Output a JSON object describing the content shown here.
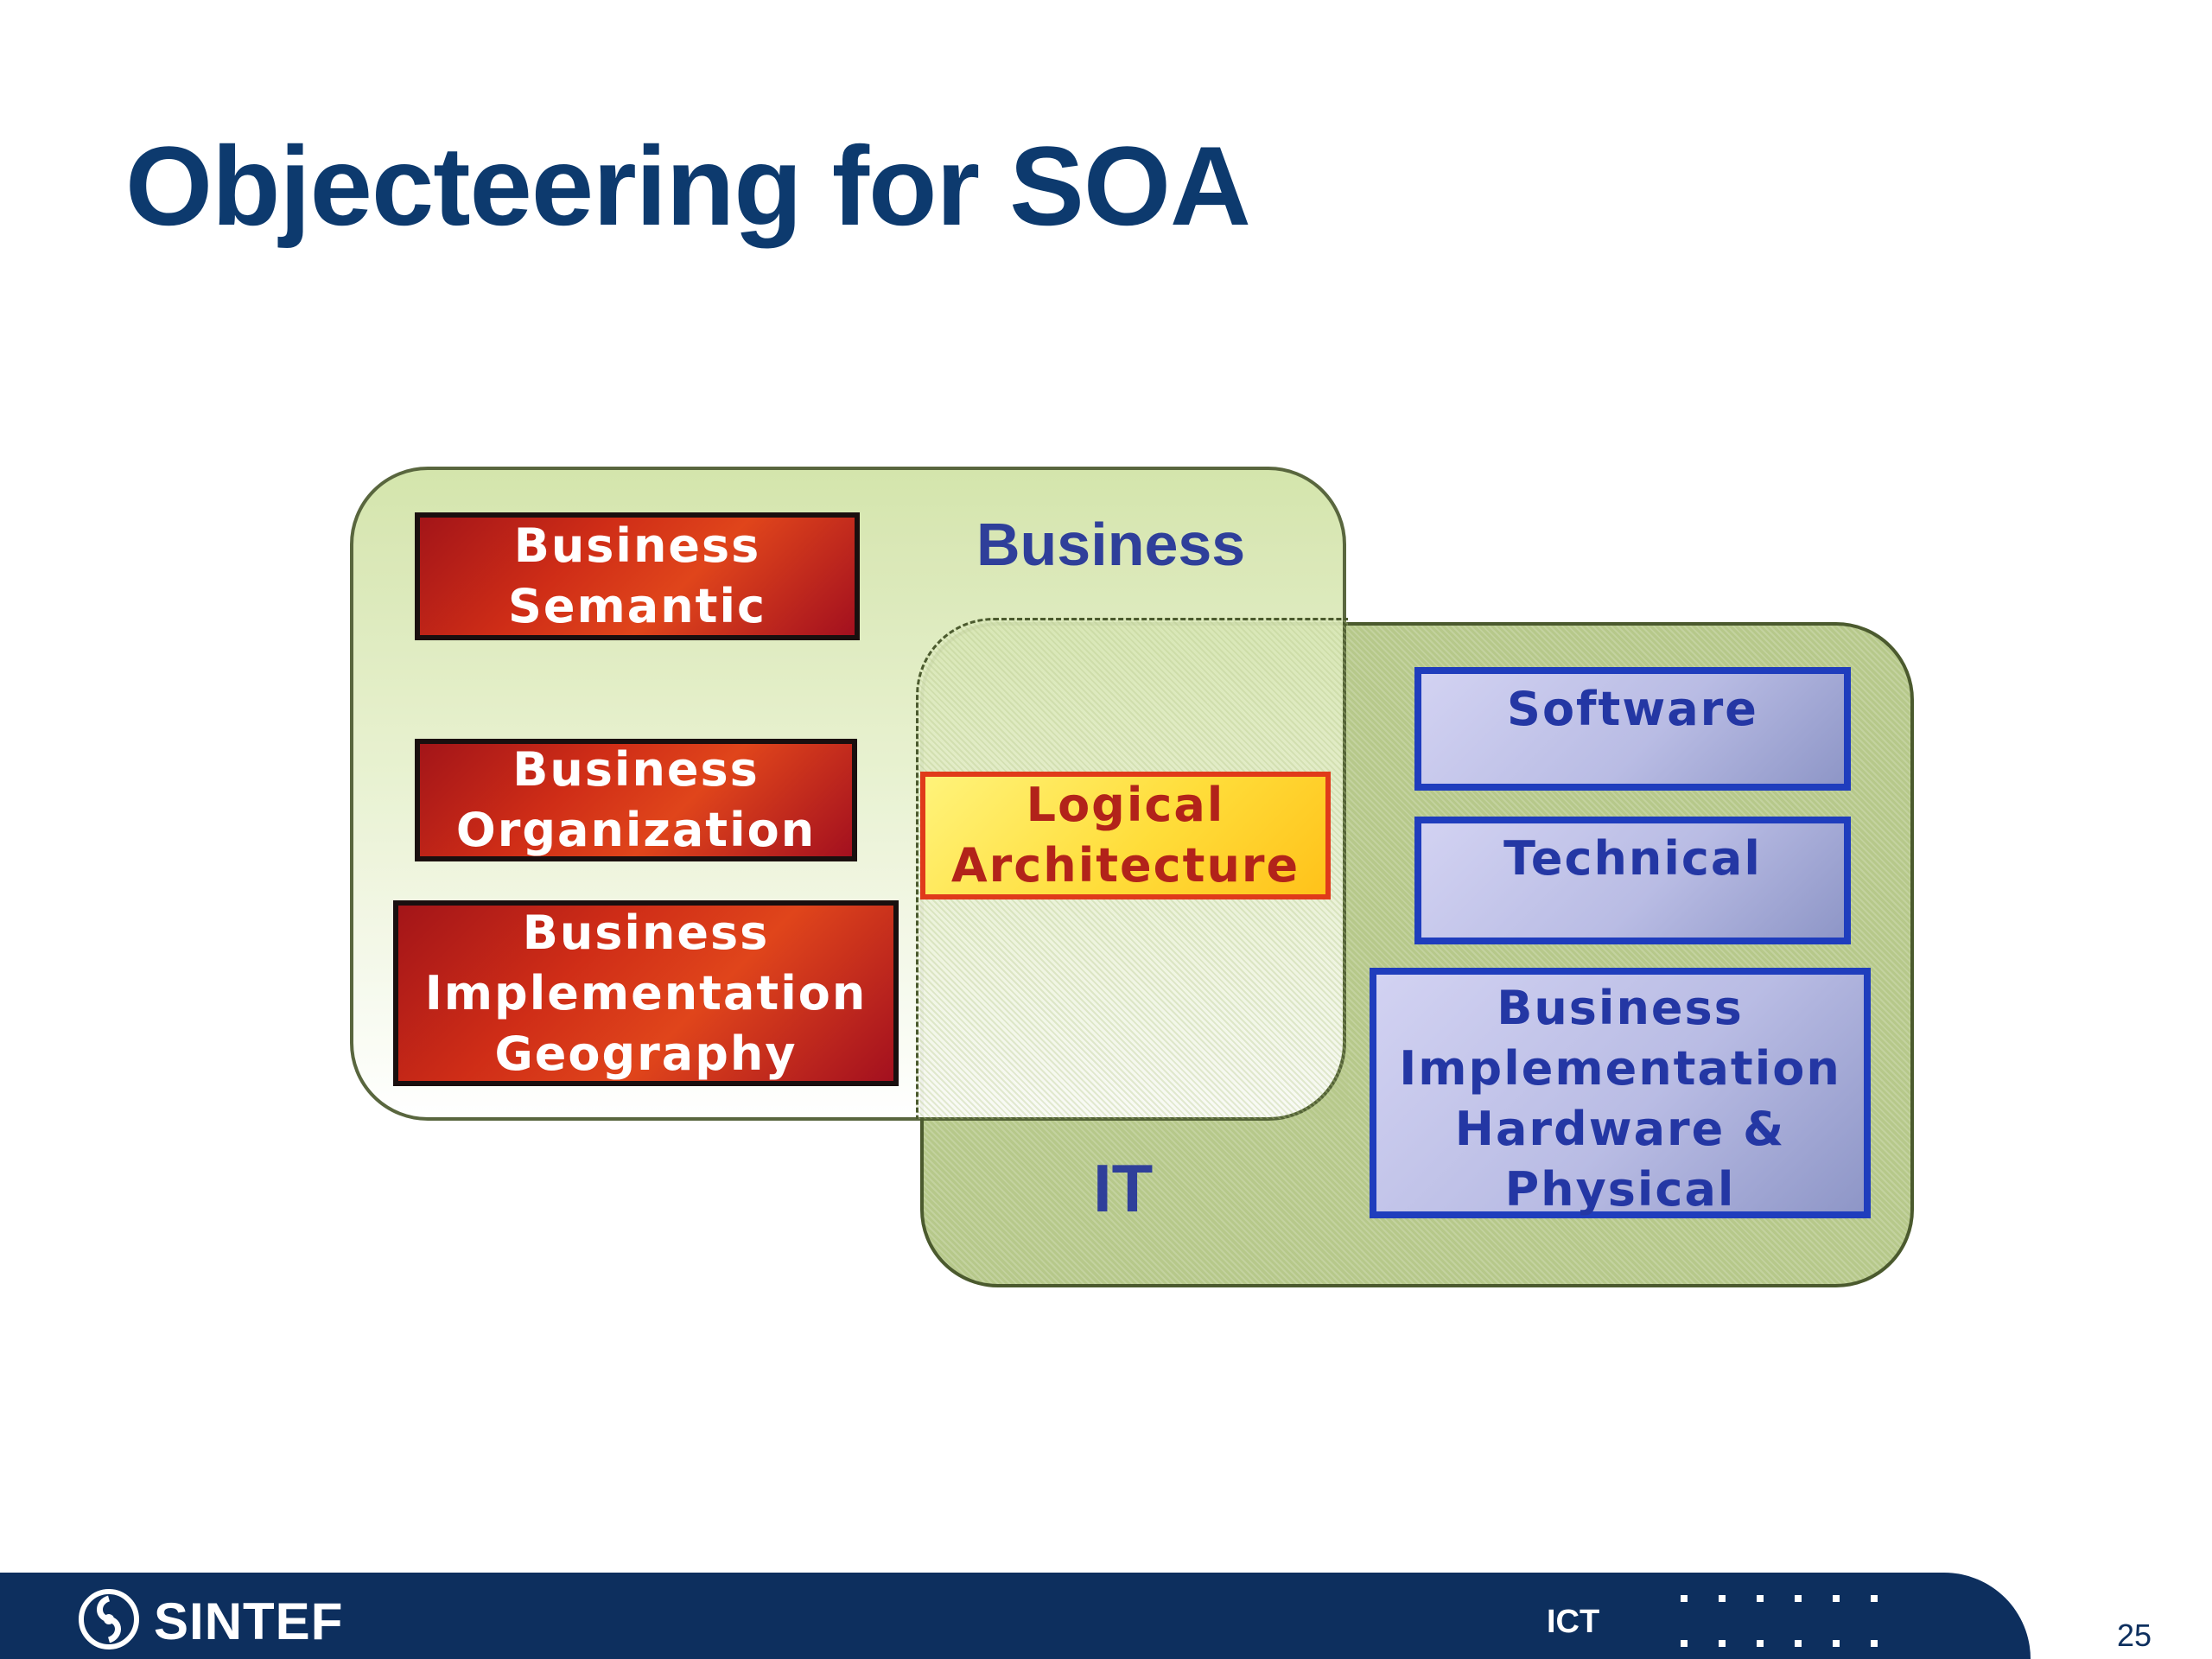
{
  "slide": {
    "title": "Objecteering for SOA",
    "page_number": "25"
  },
  "diagram": {
    "business_region_label": "Business",
    "it_region_label": "IT",
    "business_boxes": [
      {
        "label": "Business\nSemantic"
      },
      {
        "label": "Business\nOrganization"
      },
      {
        "label": "Business\nImplementation\nGeography"
      }
    ],
    "shared_box": {
      "label": "Logical\nArchitecture"
    },
    "it_boxes": [
      {
        "label": "Software"
      },
      {
        "label": "Technical"
      },
      {
        "label": "Business\nImplementation\nHardware &\nPhysical"
      }
    ],
    "colors": {
      "business_region": "#d1e3a6",
      "it_region": "#b6c88a",
      "business_box": "#cf2d17",
      "shared_box": "#ffdd3a",
      "it_box": "#b9bce4",
      "label_blue": "#2f3f9a"
    }
  },
  "footer": {
    "brand": "SINTEF",
    "unit": "ICT",
    "logo_icon": "sintef-swirl-icon",
    "decoration_icon": "dot-grid-icon"
  }
}
